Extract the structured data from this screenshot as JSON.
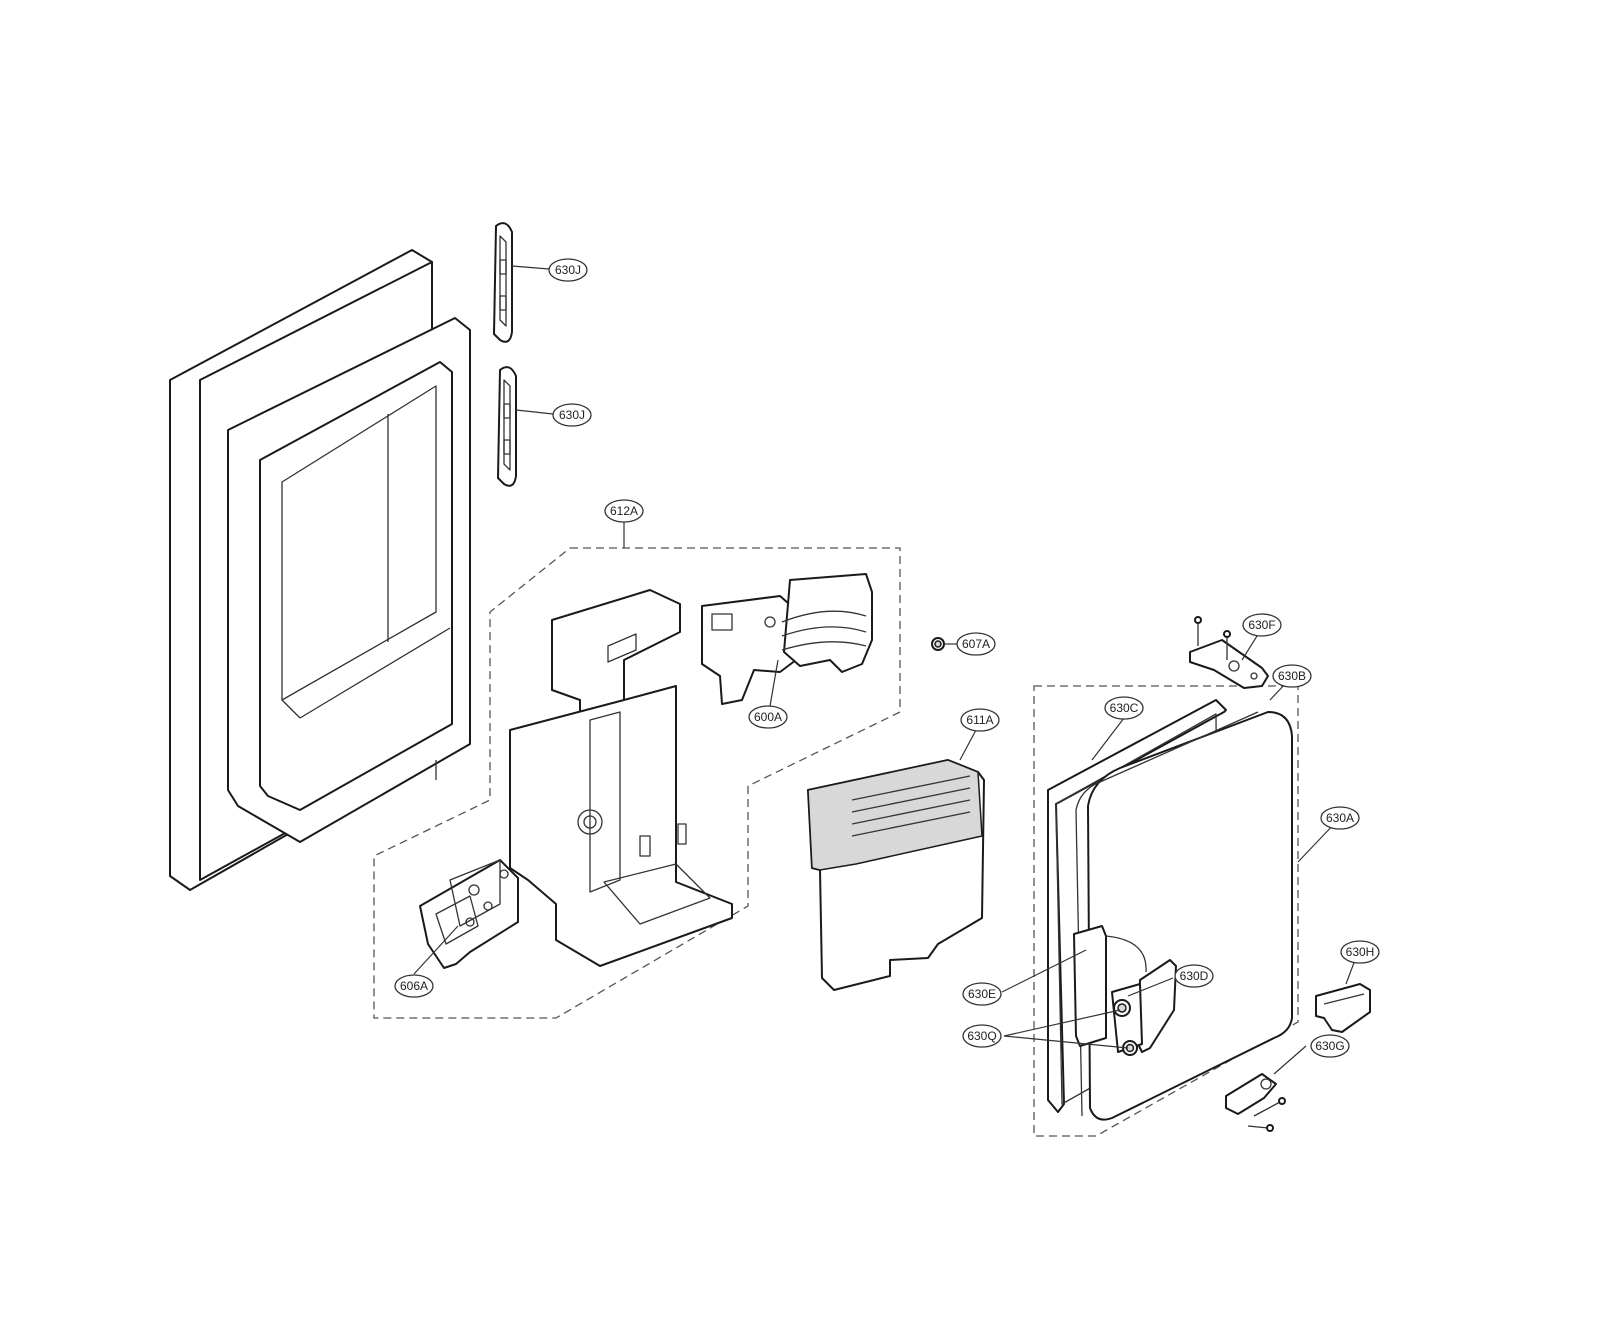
{
  "diagram": {
    "callouts": {
      "c630J_top": "630J",
      "c630J_bottom": "630J",
      "c612A": "612A",
      "c600A": "600A",
      "c607A": "607A",
      "c606A": "606A",
      "c611A": "611A",
      "c630F": "630F",
      "c630B": "630B",
      "c630C": "630C",
      "c630A": "630A",
      "c630E": "630E",
      "c630D": "630D",
      "c630Q": "630Q",
      "c630H": "630H",
      "c630G": "630G"
    }
  }
}
